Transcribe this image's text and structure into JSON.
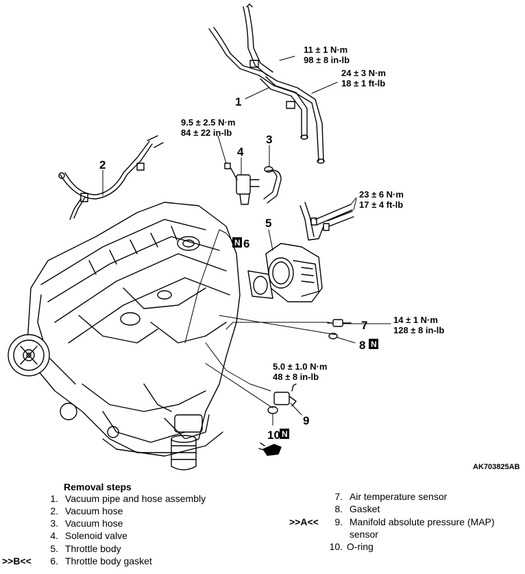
{
  "diagram": {
    "figure_id": "AK703825AB",
    "torques": [
      {
        "nm": "11 ± 1 N·m",
        "imp": "98 ± 8 in-lb"
      },
      {
        "nm": "24 ± 3 N·m",
        "imp": "18 ± 1 ft-lb"
      },
      {
        "nm": "9.5 ± 2.5 N·m",
        "imp": "84 ± 22 in-lb"
      },
      {
        "nm": "23 ± 6 N·m",
        "imp": "17 ± 4 ft-lb"
      },
      {
        "nm": "14 ± 1 N·m",
        "imp": "128 ± 8 in-lb"
      },
      {
        "nm": "5.0 ± 1.0 N·m",
        "imp": "48 ± 8 in-lb"
      }
    ],
    "callouts": [
      "1",
      "2",
      "3",
      "4",
      "5",
      "6",
      "7",
      "8",
      "9",
      "10"
    ],
    "n_mark": "N"
  },
  "legend": {
    "title": "Removal steps",
    "items": [
      {
        "num": "1.",
        "text": "Vacuum pipe and hose assembly",
        "ref": ""
      },
      {
        "num": "2.",
        "text": "Vacuum hose",
        "ref": ""
      },
      {
        "num": "3.",
        "text": "Vacuum hose",
        "ref": ""
      },
      {
        "num": "4.",
        "text": "Solenoid valve",
        "ref": ""
      },
      {
        "num": "5.",
        "text": "Throttle body",
        "ref": ""
      },
      {
        "num": "6.",
        "text": "Throttle body gasket",
        "ref": ">>B<<"
      },
      {
        "num": "7.",
        "text": "Air temperature sensor",
        "ref": ""
      },
      {
        "num": "8.",
        "text": "Gasket",
        "ref": ""
      },
      {
        "num": "9.",
        "text": "Manifold absolute pressure (MAP)",
        "ref": ">>A<<"
      },
      {
        "num": "",
        "text": "sensor",
        "ref": ""
      },
      {
        "num": "10.",
        "text": "O-ring",
        "ref": ""
      }
    ]
  }
}
